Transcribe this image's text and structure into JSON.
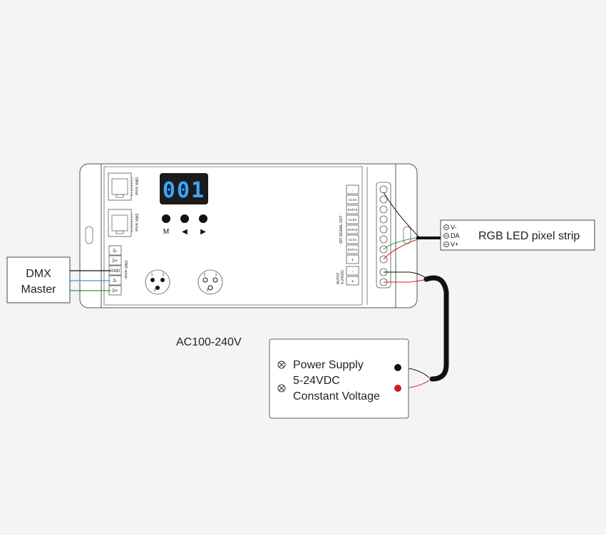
{
  "controller": {
    "display_value": "001",
    "buttons": [
      "M",
      "◀",
      "▶"
    ],
    "rj45_label": "DMX in/out",
    "rj45_pins": "1 2 3 4 5 6 7 8",
    "dmx_terminals": [
      "D-",
      "D+",
      "GND",
      "D-",
      "D+"
    ],
    "dmx_terminal_caption": "DMX in/out",
    "spi_terminals": [
      "-",
      "CLK3",
      "DATA3",
      "CLK2",
      "DATA2",
      "CLK1",
      "DATA1",
      "+"
    ],
    "spi_caption": "SPI SIGNAL OUT",
    "input_terminals": [
      "-",
      "+"
    ],
    "input_caption_1": "IN PUT",
    "input_caption_2": "5-24VDC",
    "xlr_pins_left": [
      "1",
      "2",
      "3"
    ],
    "xlr_pins_right": [
      "2",
      "1",
      "3"
    ]
  },
  "dmx_master": {
    "line1": "DMX",
    "line2": "Master"
  },
  "led_strip": {
    "title": "RGB LED pixel strip",
    "pins": [
      "V-",
      "DA",
      "V+"
    ]
  },
  "ac_label": "AC100-240V",
  "power_supply": {
    "line1": "Power Supply",
    "line2": "5-24VDC",
    "line3": "Constant Voltage"
  },
  "colors": {
    "display_bg": "#1b1b1b",
    "display_digits": "#39a7ff",
    "wire_red": "#cc1f1f",
    "wire_green": "#2e9a3e",
    "wire_blue": "#3a9ad9",
    "wire_black": "#111111"
  }
}
